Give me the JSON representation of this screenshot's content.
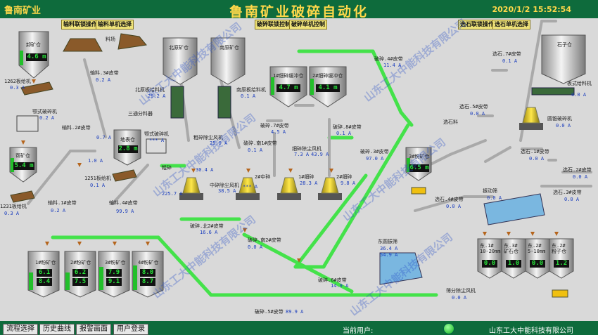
{
  "header": {
    "logo": "鲁南矿业",
    "title": "鲁南矿业破碎自动化",
    "datetime": "2020/1/2 15:52:54"
  },
  "buttons": {
    "feed_link": "输料联锁操作",
    "feed_single": "输料单机选择",
    "crush_link": "破碎联锁控制",
    "crush_single": "破碎单机控制",
    "select_link": "选石联锁操作",
    "select_single": "选石单机选择"
  },
  "bins": {
    "unload": {
      "label": "卸矿仓",
      "level": "4.6",
      "unit": "m"
    },
    "help": {
      "label": "帮矿仓",
      "level": "5.4",
      "unit": "m"
    },
    "ground": {
      "label": "地表仓",
      "level": "2.8",
      "unit": "m"
    },
    "north": {
      "label": "北原矿仓"
    },
    "south": {
      "label": "南原矿仓"
    },
    "buffer1": {
      "label": "1#细碎缓冲仓",
      "level": "4.7",
      "unit": "m"
    },
    "buffer2": {
      "label": "2#细碎缓冲仓",
      "level": "4.1",
      "unit": "m"
    },
    "powder3": {
      "label": "3#粉矿仓",
      "level": "6.5",
      "unit": "m"
    },
    "stone": {
      "label": "石子仓"
    }
  },
  "items": {
    "feed_material": "料场",
    "splitter": "三通分料器",
    "plate1262": {
      "label": "1262板给机",
      "value": "0.3 A"
    },
    "jaw": {
      "label": "颚式破碎机",
      "value": "0.2 A"
    },
    "belt2": {
      "label": "输料.2#皮带",
      "value": "0.7 A"
    },
    "belt3": {
      "label": "输料.3#皮带",
      "value": "0.2 A"
    },
    "belt_feed1": {
      "label": "输料.1#皮带",
      "value": "0.2 A"
    },
    "belt_feed4": {
      "label": "输料.4#皮带",
      "value": "99.9 A"
    },
    "v1": "1.0 A",
    "plate1251": {
      "label": "1251板给机",
      "value": "0.1 A"
    },
    "plate1231": {
      "label": "1231板给机",
      "value": "0.3 A"
    },
    "jaw2": {
      "label": "颚式破碎机",
      "value": "*** A"
    },
    "coarse_dust": {
      "label": "粗碎除尘风机",
      "value": "25.9 A"
    },
    "coarse_crusher": {
      "label": "粗碎",
      "value": "30.4 A",
      "value2": "225.7 A"
    },
    "north_feeder": {
      "label": "北原板给料机",
      "value": "29.2 A"
    },
    "south_feeder": {
      "label": "南原板给料机",
      "value": "0.1 A"
    },
    "mid_crusher": {
      "label": "中碎除尘风机",
      "value": "38.5 A"
    },
    "mid2": {
      "label": "2#中碎",
      "value": "*** A"
    },
    "crush_s1": {
      "label": "破碎.南1#皮带",
      "value": "0.1 A"
    },
    "crush_7": {
      "label": "破碎.7#皮带",
      "value": "4.5 A"
    },
    "crush_8": {
      "label": "破碎.8#皮带",
      "value": "0.1 A"
    },
    "fine_dust": {
      "label": "细碎除尘风机",
      "value": "7.3 A",
      "value2": "43.9 A"
    },
    "fine1": {
      "label": "1#细碎",
      "value": "28.3 A"
    },
    "fine2": {
      "label": "2#细碎",
      "value": "9.8 A"
    },
    "crush_4": {
      "label": "破碎.4#皮带",
      "value": "11.4 A"
    },
    "crush_3": {
      "label": "破碎.3#皮带",
      "value": "97.0 A"
    },
    "crush_n2": {
      "label": "破碎.北2#皮带",
      "value": "16.6 A"
    },
    "crush_s2": {
      "label": "破碎.南2#皮带",
      "value": "0.0 A"
    },
    "crush_6": {
      "label": "破碎.6#皮带",
      "value": "14.9 A"
    },
    "crush_5": {
      "label": "破碎.5#皮带",
      "value": "89.9 A"
    },
    "east_screen": {
      "label": "东圆振筛",
      "value": "36.4 A",
      "value2": "54.9 A"
    },
    "screen_dust": {
      "label": "筛分除尘风机",
      "value": "0.0 A"
    },
    "sel7": {
      "label": "选石.7#皮带",
      "value": "0.1 A"
    },
    "sel5": {
      "label": "选石.5#皮带",
      "value": "0.0 A"
    },
    "plate_feed": {
      "label": "板式给料机",
      "value": "0.0 A"
    },
    "round_cone": {
      "label": "圆锥破碎机",
      "value": "0.0 A"
    },
    "sel1": {
      "label": "选石.1#皮带",
      "value": "0.0 A"
    },
    "sel4": {
      "label": "选石.4#皮带",
      "value": "0.0 A"
    },
    "sel2": {
      "label": "选石.2#皮带",
      "value": "0.0 A"
    },
    "sel3": {
      "label": "选石.3#皮带",
      "value": "0.0 A"
    },
    "vib_screen": {
      "label": "振动筛",
      "value": "0.0 A"
    },
    "stone_label": "选石料"
  },
  "powder_bins": [
    {
      "label": "1#粉矿仓",
      "v1": "6.1",
      "v2": "8.4"
    },
    {
      "label": "2#粉矿仓",
      "v1": "6.2",
      "v2": "7.5"
    },
    {
      "label": "3#粉矿仓",
      "v1": "7.9",
      "v2": "9.1"
    },
    {
      "label": "4#粉矿仓",
      "v1": "8.0",
      "v2": "8.7"
    }
  ],
  "stone_bins": [
    {
      "label": "东.1#\n10-20mm",
      "v": "0.0"
    },
    {
      "label": "东.3#\n矿石仓",
      "v": "1.0"
    },
    {
      "label": "东.2#\n5-10mm",
      "v": "0.0"
    },
    {
      "label": "东.2#\n粉子仓",
      "v": "1.2"
    }
  ],
  "footer": {
    "flow_select": "流程选择",
    "history": "历史曲线",
    "alarm": "报警画面",
    "login": "用户登录",
    "current_user": "当前用户:",
    "company": "山东工大中能科技有限公司"
  },
  "watermark": "山东工大中能科技有限公司",
  "colors": {
    "header_bg": "#0e6b3c",
    "title_text": "#ffd84a",
    "belt_active": "#44e24a",
    "belt_idle": "#a9a9a9"
  }
}
